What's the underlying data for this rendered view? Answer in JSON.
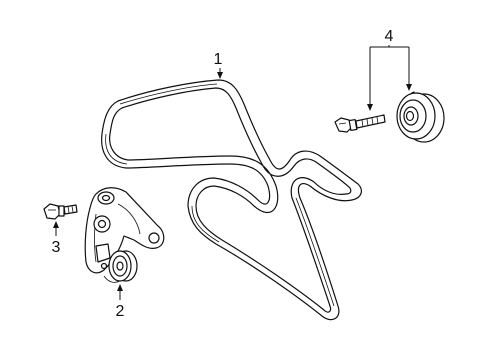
{
  "callouts": {
    "belt": "1",
    "tensioner": "2",
    "tensioner_bolt": "3",
    "idler": "4"
  },
  "colors": {
    "line": "#111111",
    "background": "#ffffff"
  },
  "parts": [
    {
      "name": "serpentine-belt",
      "icon": "belt-drawing"
    },
    {
      "name": "belt-tensioner",
      "icon": "tensioner-drawing"
    },
    {
      "name": "tensioner-bolt",
      "icon": "bolt-drawing"
    },
    {
      "name": "idler-pulley",
      "icon": "pulley-drawing"
    },
    {
      "name": "idler-bolt",
      "icon": "bolt-drawing"
    }
  ]
}
